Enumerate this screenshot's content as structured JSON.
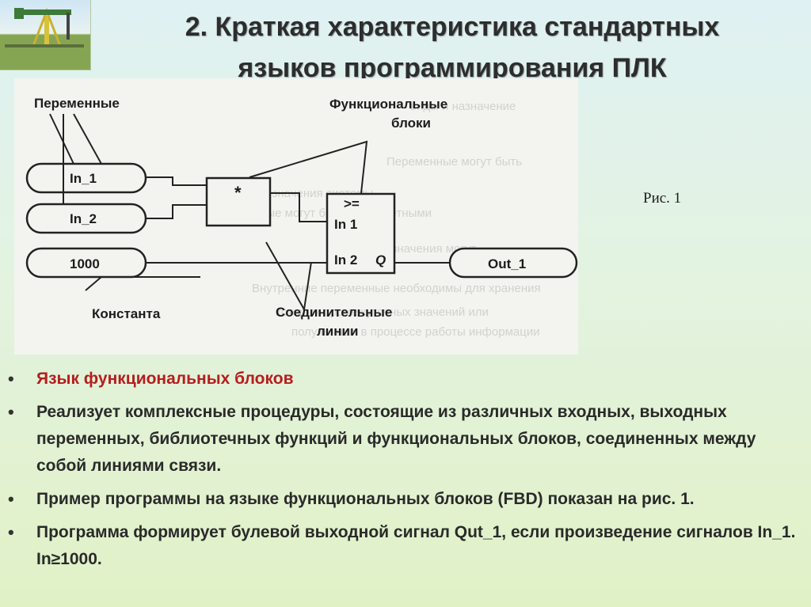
{
  "header": {
    "title_line1": "2. Краткая характеристика стандартных",
    "title_line2": "языков программирования ПЛК"
  },
  "figure": {
    "caption": "Рис. 1",
    "labels": {
      "variables": "Переменные",
      "function_blocks_1": "Функциональные",
      "function_blocks_2": "блоки",
      "constant": "Константа",
      "connecting_lines_1": "Соединительные",
      "connecting_lines_2": "линии",
      "in1": "In_1",
      "in2": "In_2",
      "const": "1000",
      "out": "Out_1",
      "mult": "*",
      "ge": ">=",
      "ge_in1": "In 1",
      "ge_in2": "In 2",
      "ge_q": "Q"
    }
  },
  "bullets": [
    {
      "text": "Язык функциональных блоков",
      "color": "#b41e1e"
    },
    {
      "text": " Реализует комплексные процедуры, состоящие из различных входных, выходных переменных, библиотечных функций и функциональных блоков, соединенных между собой линиями связи."
    },
    {
      "text": "Пример программы на языке функциональных блоков (FBD) показан на рис. 1."
    },
    {
      "text": "Программа формирует булевой выходной сигнал Qut_1, если произведение сигналов In_1. In≥1000."
    }
  ],
  "bullet_glyph": "•"
}
